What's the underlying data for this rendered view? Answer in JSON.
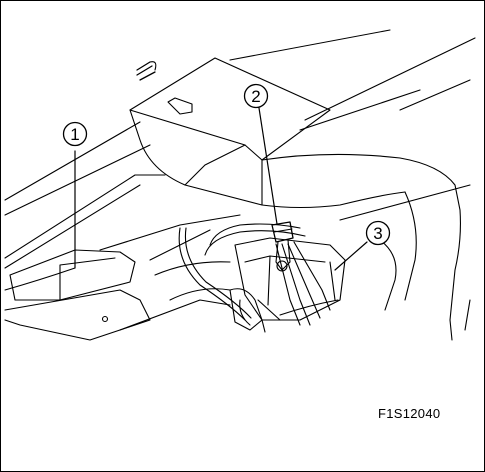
{
  "figure": {
    "code": "F1S12040",
    "callouts": [
      {
        "id": "callout-1",
        "label": "1"
      },
      {
        "id": "callout-2",
        "label": "2"
      },
      {
        "id": "callout-3",
        "label": "3"
      }
    ]
  }
}
